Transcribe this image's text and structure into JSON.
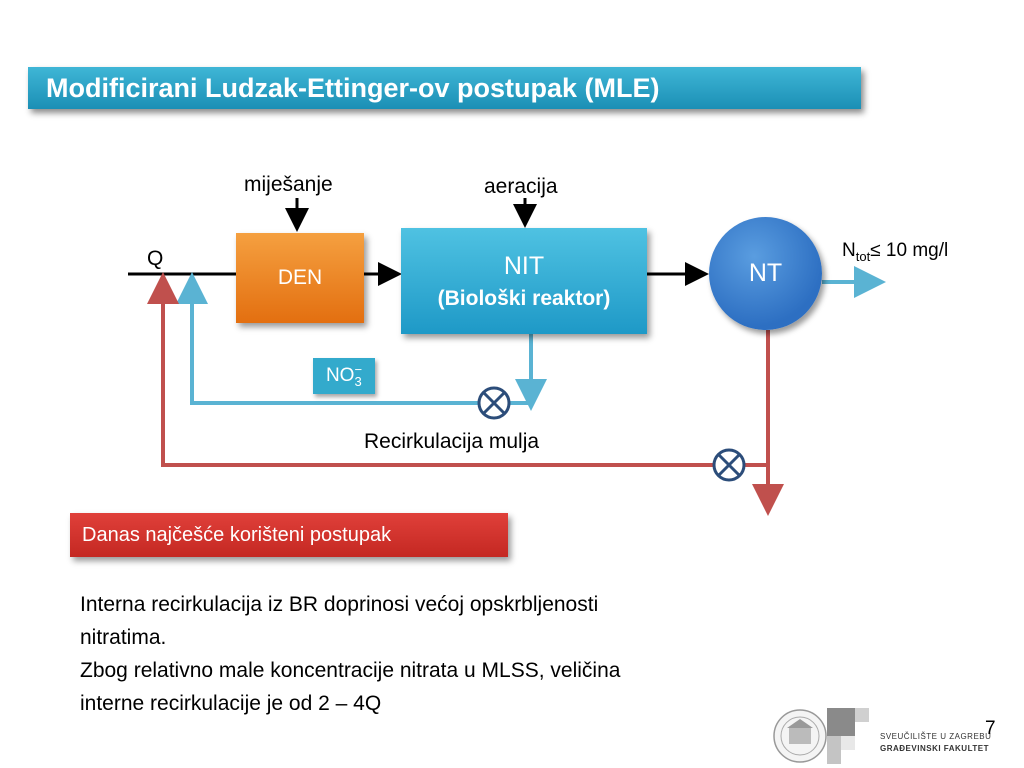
{
  "title": "Modificirani Ludzak-Ettinger-ov postupak (MLE)",
  "diagram": {
    "mixing_label": "miješanje",
    "aeration_label": "aeracija",
    "inflow_label": "Q",
    "den_label": "DEN",
    "nit_label": "NIT",
    "nit_sublabel": "(Biološki reaktor)",
    "nt_label": "NT",
    "effluent_label_main": "N",
    "effluent_label_sub": "tot",
    "effluent_label_rest": "≤ 10 mg/l",
    "nitrate_label_main": "NO",
    "nitrate_label_sub": "3",
    "nitrate_label_sup": "−",
    "sludge_recirculation_label": "Recirkulacija mulja",
    "colors": {
      "den": "#e87a1c",
      "nit": "#2aa6d1",
      "nt": "#3a7bd0",
      "internal_line": "#5ab3d3",
      "sludge_line": "#c0504d"
    }
  },
  "highlight": "Danas najčešće korišteni postupak",
  "body_lines": [
    "Interna recirkulacija iz BR doprinosi većoj opskrbljenosti",
    "nitratima.",
    "Zbog relativno male koncentracije nitrata u MLSS, veličina",
    "interne recirkulacije je od 2 – 4Q"
  ],
  "page_number": "7",
  "footer_logo_text": [
    "SVEUČILIŠTE U ZAGREBU",
    "GRAĐEVINSKI FAKULTET"
  ]
}
